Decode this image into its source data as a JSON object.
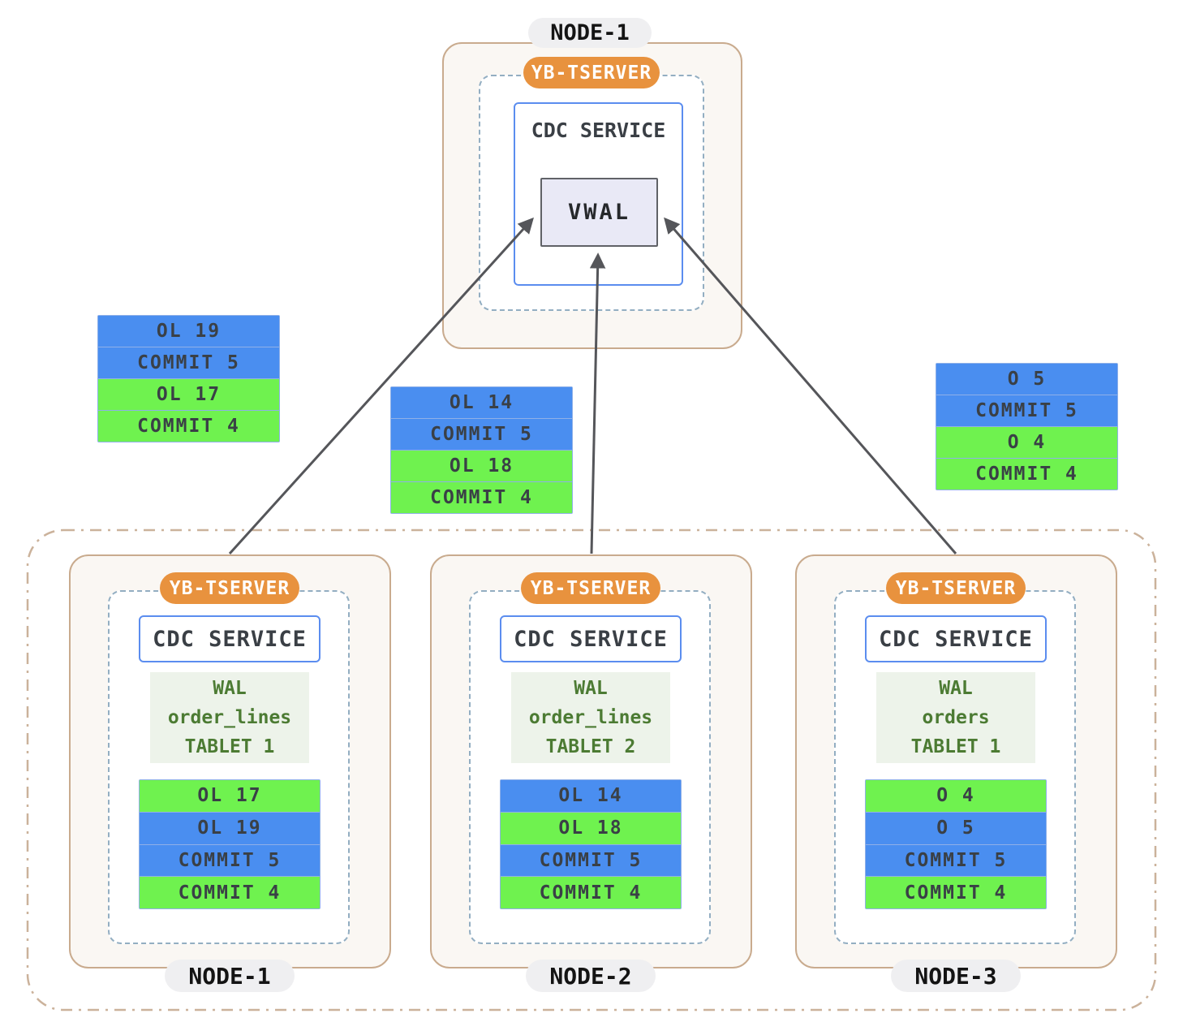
{
  "top_node": {
    "label": "NODE-1",
    "tserver_label": "YB-TSERVER",
    "cdc_label": "CDC SERVICE",
    "vwal_label": "VWAL"
  },
  "floating_stacks": {
    "left": {
      "rows": [
        {
          "label": "OL 19",
          "color": "blue"
        },
        {
          "label": "COMMIT 5",
          "color": "blue"
        },
        {
          "label": "OL 17",
          "color": "green"
        },
        {
          "label": "COMMIT 4",
          "color": "green"
        }
      ]
    },
    "middle": {
      "rows": [
        {
          "label": "OL 14",
          "color": "blue"
        },
        {
          "label": "COMMIT 5",
          "color": "blue"
        },
        {
          "label": "OL 18",
          "color": "green"
        },
        {
          "label": "COMMIT 4",
          "color": "green"
        }
      ]
    },
    "right": {
      "rows": [
        {
          "label": "O 5",
          "color": "blue"
        },
        {
          "label": "COMMIT 5",
          "color": "blue"
        },
        {
          "label": "O 4",
          "color": "green"
        },
        {
          "label": "COMMIT 4",
          "color": "green"
        }
      ]
    }
  },
  "bottom_nodes": [
    {
      "label": "NODE-1",
      "tserver_label": "YB-TSERVER",
      "cdc_label": "CDC SERVICE",
      "wal_lines": [
        "WAL",
        "order_lines",
        "TABLET 1"
      ],
      "stack": [
        {
          "label": "OL 17",
          "color": "green"
        },
        {
          "label": "OL 19",
          "color": "blue"
        },
        {
          "label": "COMMIT 5",
          "color": "blue"
        },
        {
          "label": "COMMIT 4",
          "color": "green"
        }
      ]
    },
    {
      "label": "NODE-2",
      "tserver_label": "YB-TSERVER",
      "cdc_label": "CDC SERVICE",
      "wal_lines": [
        "WAL",
        "order_lines",
        "TABLET 2"
      ],
      "stack": [
        {
          "label": "OL 14",
          "color": "blue"
        },
        {
          "label": "OL 18",
          "color": "green"
        },
        {
          "label": "COMMIT 5",
          "color": "blue"
        },
        {
          "label": "COMMIT 4",
          "color": "green"
        }
      ]
    },
    {
      "label": "NODE-3",
      "tserver_label": "YB-TSERVER",
      "cdc_label": "CDC SERVICE",
      "wal_lines": [
        "WAL",
        "orders",
        "TABLET 1"
      ],
      "stack": [
        {
          "label": "O 4",
          "color": "green"
        },
        {
          "label": "O 5",
          "color": "blue"
        },
        {
          "label": "COMMIT 5",
          "color": "blue"
        },
        {
          "label": "COMMIT 4",
          "color": "green"
        }
      ]
    }
  ],
  "colors": {
    "record_blue": "#4A8EF0",
    "record_green": "#6FF24F",
    "tserver_orange": "#E8923E",
    "node_border_tan": "#C9AB8E",
    "dashed_blue_gray": "#93AEC2",
    "cdc_border_blue": "#5B8DEF",
    "wal_green_text": "#4C7B33",
    "arrow_gray": "#55565A"
  }
}
